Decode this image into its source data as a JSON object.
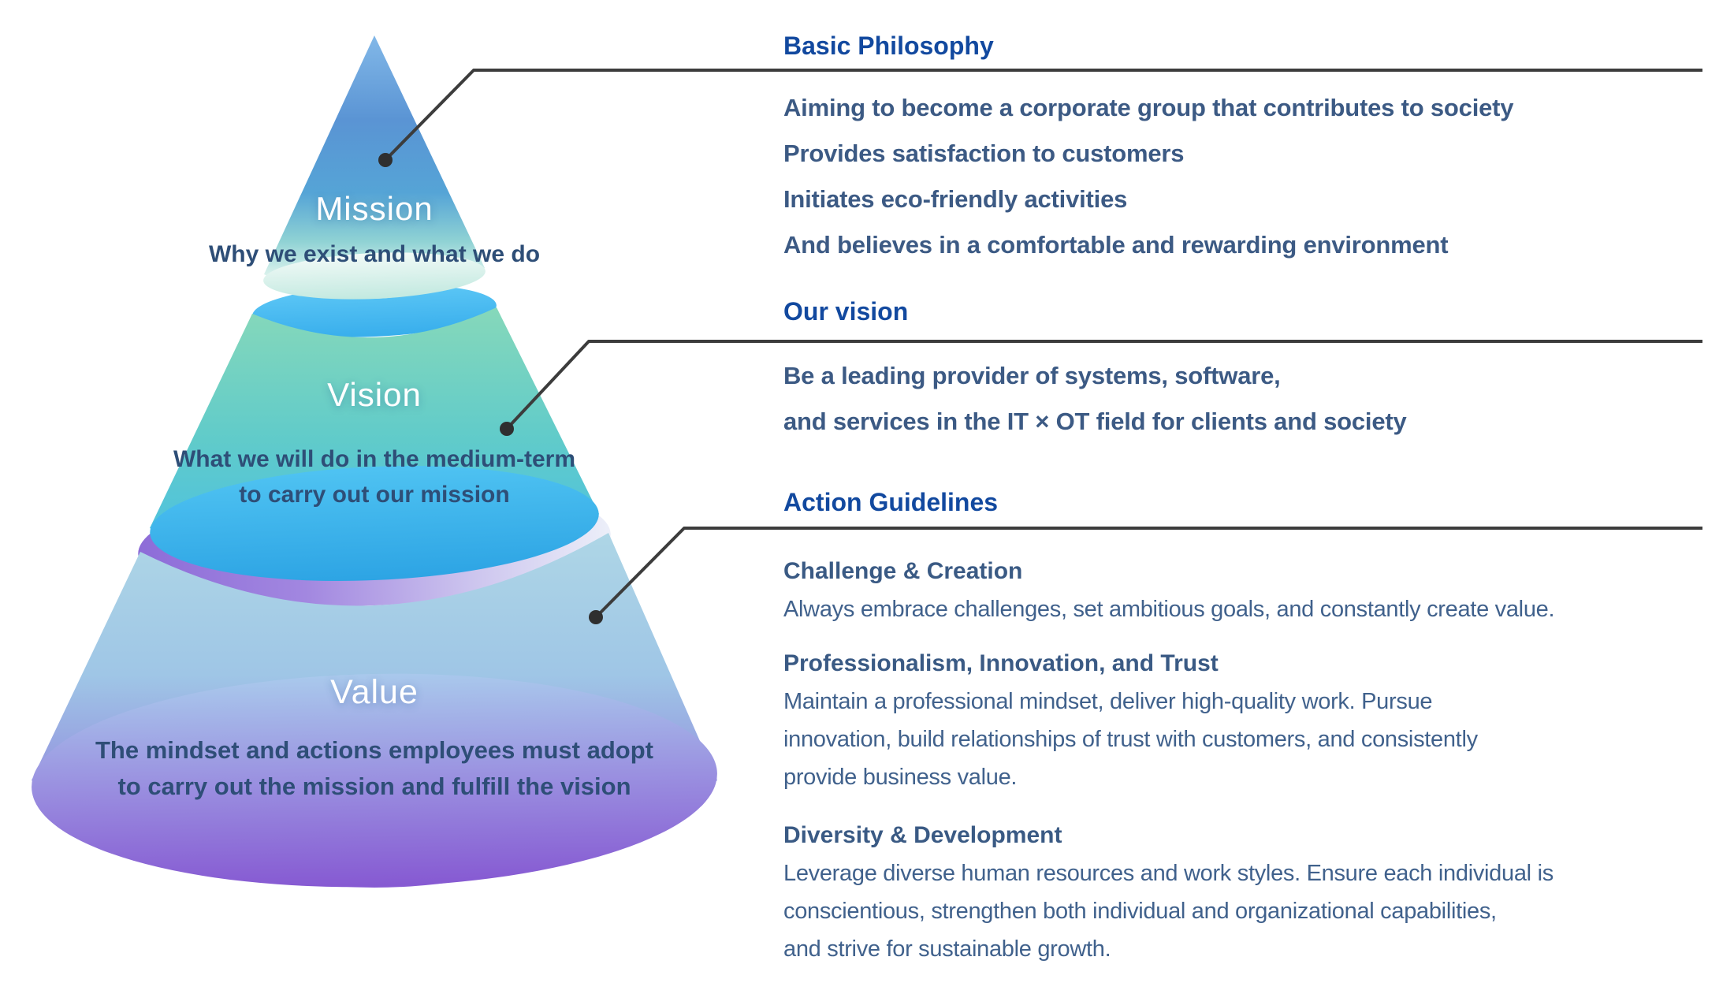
{
  "pyramid": {
    "levels": [
      {
        "label": "Mission",
        "subtitle_lines": [
          "Why we exist and what we do"
        ]
      },
      {
        "label": "Vision",
        "subtitle_lines": [
          "What we will do in the medium-term",
          "to carry out our mission"
        ]
      },
      {
        "label": "Value",
        "subtitle_lines": [
          "The mindset and actions employees must adopt",
          "to carry out the mission and fulfill the vision"
        ]
      }
    ]
  },
  "sections": [
    {
      "title": "Basic Philosophy",
      "lines": [
        "Aiming to become a corporate group that contributes to society",
        "Provides satisfaction to customers",
        "Initiates eco-friendly activities",
        "And believes in a comfortable and rewarding environment"
      ]
    },
    {
      "title": "Our vision",
      "lines": [
        "Be a leading provider of systems, software,",
        "and services in the IT × OT field for clients and society"
      ]
    },
    {
      "title": "Action Guidelines",
      "items": [
        {
          "heading": "Challenge & Creation",
          "body_lines": [
            "Always embrace challenges, set ambitious goals, and constantly create value."
          ]
        },
        {
          "heading": "Professionalism, Innovation, and Trust",
          "body_lines": [
            "Maintain a professional mindset, deliver high-quality work. Pursue",
            "innovation, build relationships of trust with customers, and consistently",
            "provide business value."
          ]
        },
        {
          "heading": "Diversity & Development",
          "body_lines": [
            "Leverage diverse human resources and work styles. Ensure each individual is",
            "conscientious, strengthen both individual and organizational capabilities,",
            "and strive for sustainable growth."
          ]
        }
      ]
    }
  ],
  "colors": {
    "title_blue": "#12499f",
    "body_text": "#3c5a84",
    "cone_subtitle": "#2e4e77",
    "connector": "#3c3c3c",
    "mission_blue": "#5a94d4",
    "band_blue": "#49b9f2",
    "vision_teal": "#60cbca",
    "vision_ellipse_blue": "#3ab0e8",
    "value_purple": "#8a5ed4",
    "label_white": "#ffffff"
  }
}
